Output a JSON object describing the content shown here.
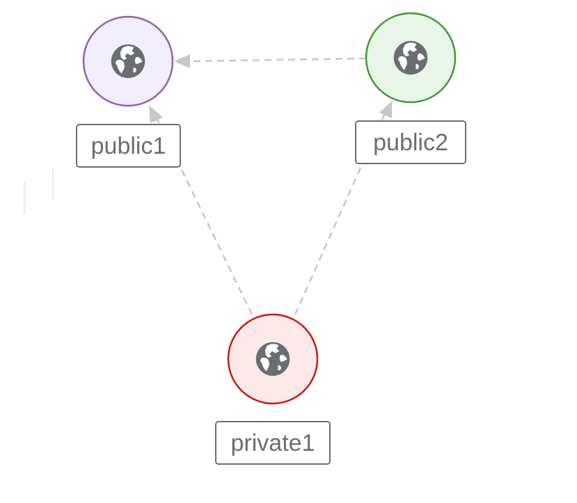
{
  "topology": {
    "nodes": [
      {
        "id": "public1",
        "label": "public1",
        "icon": "globe-icon",
        "fill": "#f3eefb",
        "stroke": "#8c5fbf"
      },
      {
        "id": "public2",
        "label": "public2",
        "icon": "globe-icon",
        "fill": "#e9f5e8",
        "stroke": "#3e9c2f"
      },
      {
        "id": "private1",
        "label": "private1",
        "icon": "globe-icon",
        "fill": "#fbe9e9",
        "stroke": "#c9190b"
      }
    ],
    "edges": [
      {
        "from": "public2",
        "to": "public1",
        "style": "dashed"
      },
      {
        "from": "private1",
        "to": "public1",
        "style": "dashed"
      },
      {
        "from": "private1",
        "to": "public2",
        "style": "dashed"
      }
    ],
    "colors": {
      "edge": "#c7c7c7",
      "label_border": "#6a6e73",
      "text": "#6a6e73",
      "icon": "#6a6e73"
    }
  }
}
